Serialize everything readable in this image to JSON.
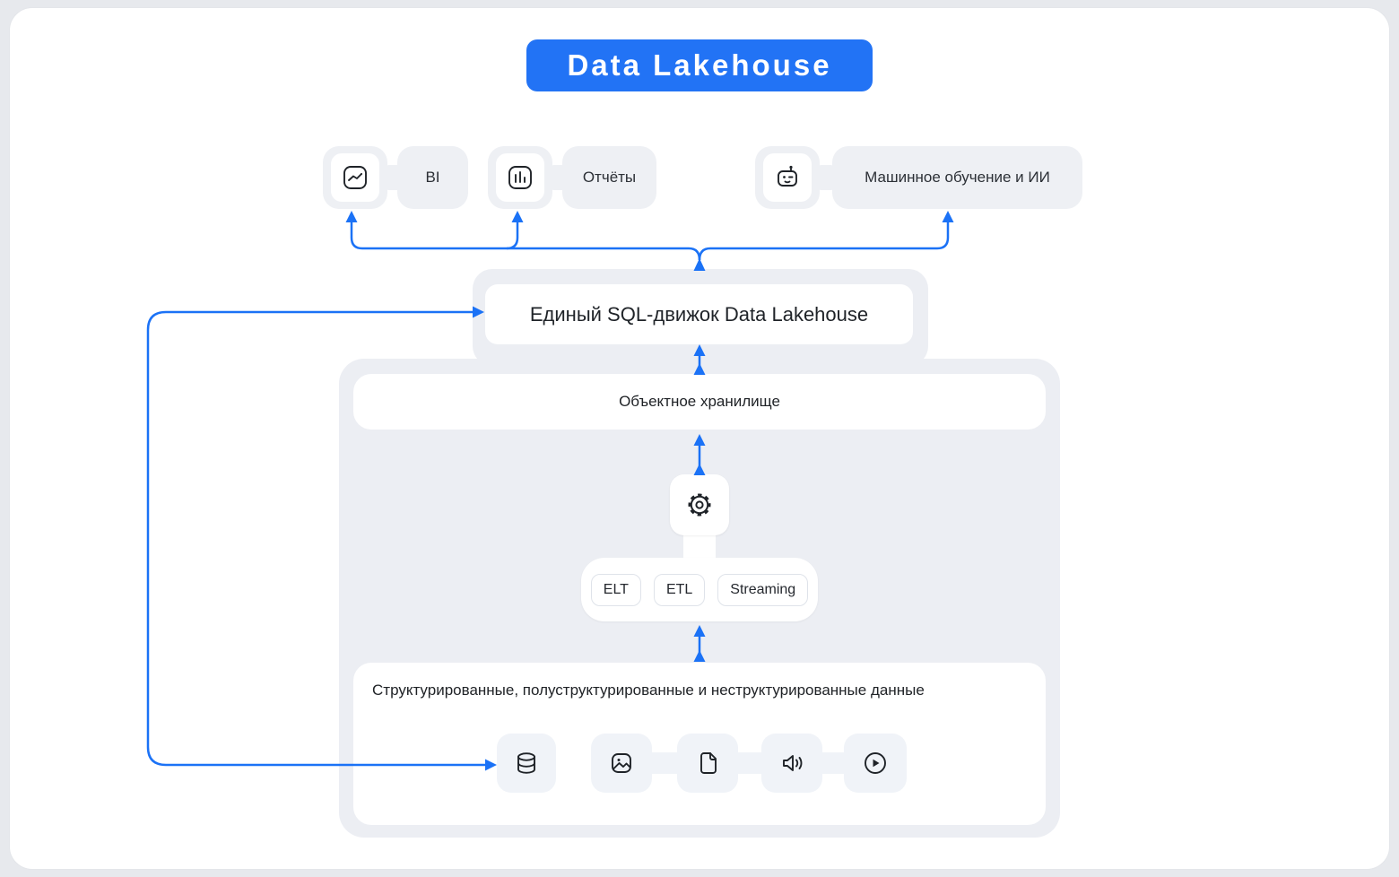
{
  "title": {
    "label": "Data Lakehouse"
  },
  "colors": {
    "accent_blue": "#2273f5",
    "arrow_blue": "#1b72f6",
    "panel_gray": "#eceef3",
    "pill_gray": "#eef0f4",
    "card_bg": "#ffffff",
    "page_bg": "#e7e9ed",
    "ink": "#202327",
    "chip_border": "#dfe3ea"
  },
  "consumers": {
    "items": [
      {
        "label": "BI",
        "icon": "line-chart-icon"
      },
      {
        "label": "Отчёты",
        "icon": "bar-chart-icon"
      },
      {
        "label": "Машинное обучение и ИИ",
        "icon": "robot-icon"
      }
    ]
  },
  "sql_engine": {
    "label": "Единый SQL-движок Data Lakehouse"
  },
  "object_storage": {
    "label": "Объектное хранилище"
  },
  "processing": {
    "icon": "gear-icon",
    "modes": [
      {
        "label": "ELT"
      },
      {
        "label": "ETL"
      },
      {
        "label": "Streaming"
      }
    ]
  },
  "data_sources": {
    "label": "Структурированные, полуструктурированные и неструктурированные данные",
    "icons": [
      {
        "name": "database-icon"
      },
      {
        "name": "image-icon"
      },
      {
        "name": "file-icon"
      },
      {
        "name": "audio-icon"
      },
      {
        "name": "video-icon"
      }
    ]
  }
}
